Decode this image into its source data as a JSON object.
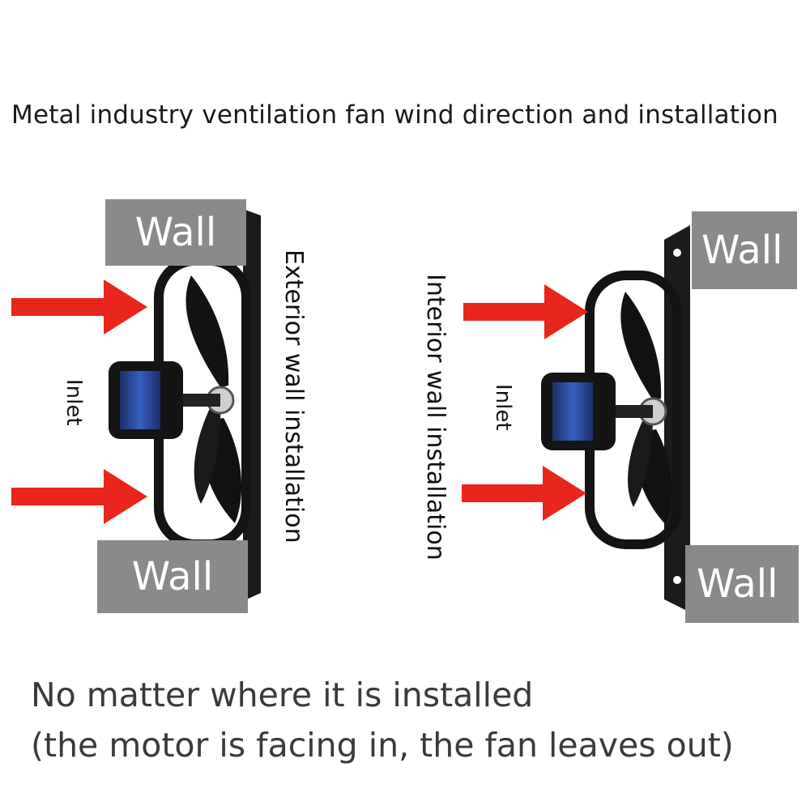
{
  "title": "Metal industry ventilation fan wind direction and installation",
  "left": {
    "wall_top": "Wall",
    "wall_bottom": "Wall",
    "inlet": "Inlet",
    "installation": "Exterior wall installation"
  },
  "right": {
    "wall_top": "Wall",
    "wall_bottom": "Wall",
    "inlet": "Inlet",
    "installation": "Interior wall installation"
  },
  "note_line1": "No matter where it is installed",
  "note_line2": "(the motor is facing in, the fan leaves out)",
  "colors": {
    "arrow": "#e8261c",
    "wall": "#8a8a8a",
    "fan": "#111111",
    "motor": "#2a4fa0"
  }
}
